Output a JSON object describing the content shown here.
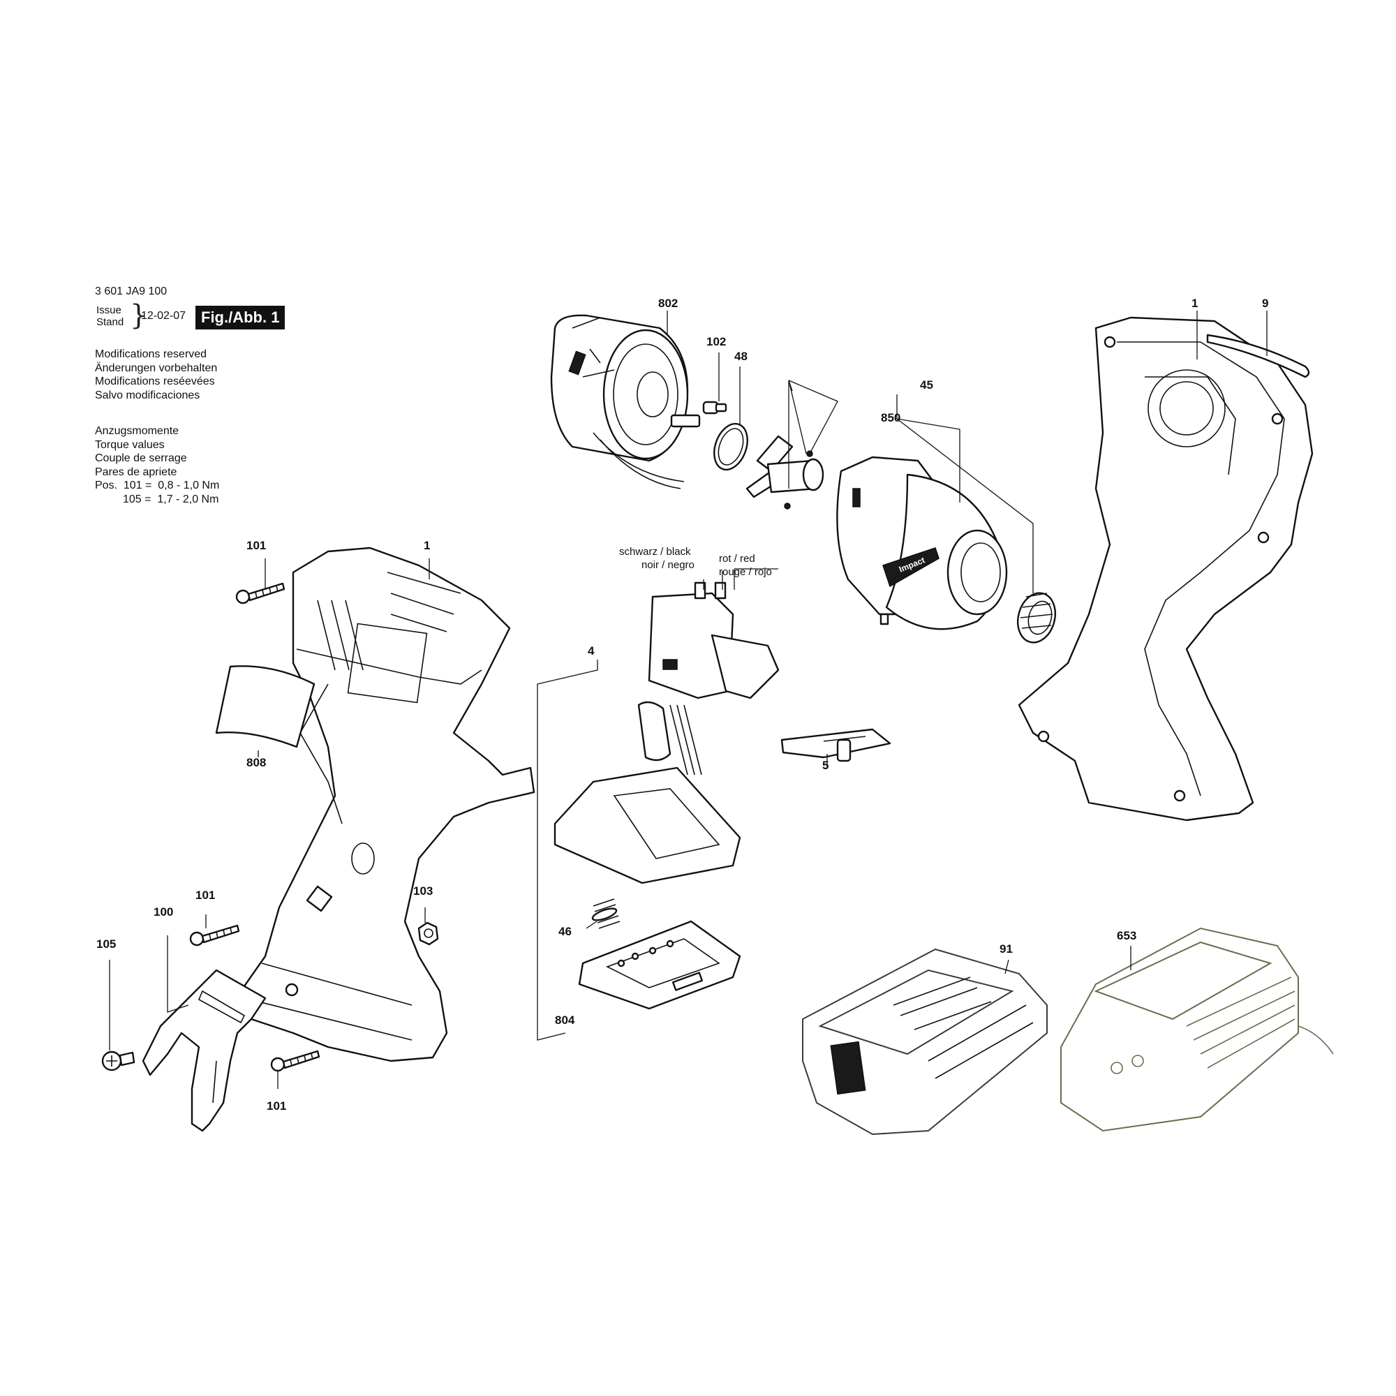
{
  "header": {
    "doc_number": "3 601 JA9 100",
    "issue_label": "Issue",
    "stand_label": "Stand",
    "issue_date": "12-02-07",
    "figure_label": "Fig./Abb. 1",
    "modifications": [
      "Modifications reserved",
      "Änderungen vorbehalten",
      "Modifications reséevées",
      "Salvo modificaciones"
    ],
    "torque": [
      "Anzugsmomente",
      "Torque values",
      "Couple de serrage",
      "Pares de apriete"
    ],
    "pos_rows": [
      "Pos.  101 =  0,8 - 1,0 Nm",
      "         105 =  1,7 - 2,0 Nm"
    ]
  },
  "callouts": {
    "p802": "802",
    "p102": "102",
    "p48": "48",
    "p45": "45",
    "p850": "850",
    "p1_top": "1",
    "p9": "9",
    "p101_a": "101",
    "p1_left": "1",
    "p808": "808",
    "p4": "4",
    "p5": "5",
    "p101_b": "101",
    "p100": "100",
    "p103": "103",
    "p105": "105",
    "p101_c": "101",
    "p46": "46",
    "p804": "804",
    "p91": "91",
    "p653": "653"
  },
  "wires": {
    "black_1": "schwarz / black",
    "black_2": "noir / negro",
    "red_1": "rot / red",
    "red_2": "rouge / rojo"
  },
  "housing_logo": "Impact"
}
